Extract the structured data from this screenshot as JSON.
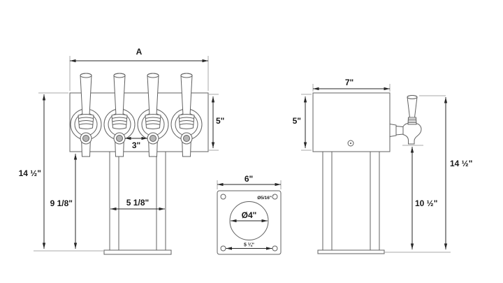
{
  "front_view": {
    "width": "A",
    "body_height": "5\"",
    "faucet_spacing": "3\"",
    "overall_height": "14 ½\"",
    "column_height": "9 1/8\"",
    "column_width": "5 1/8\""
  },
  "base_plate": {
    "width": "6\"",
    "bolt_hole_diameter": "Ø5/16\"",
    "center_opening_diameter": "Ø4\"",
    "bolt_spacing": "5 ¼\""
  },
  "side_view": {
    "body_width": "7\"",
    "body_height": "5\"",
    "overall_height": "14 ½\"",
    "column_height": "10 ½\""
  },
  "colors": {
    "background": "#ffffff",
    "outline": "#606060",
    "dimension": "#262626",
    "extension": "#a8a8a8",
    "shade": "#b5b5b5",
    "text": "#1a1a1a"
  }
}
